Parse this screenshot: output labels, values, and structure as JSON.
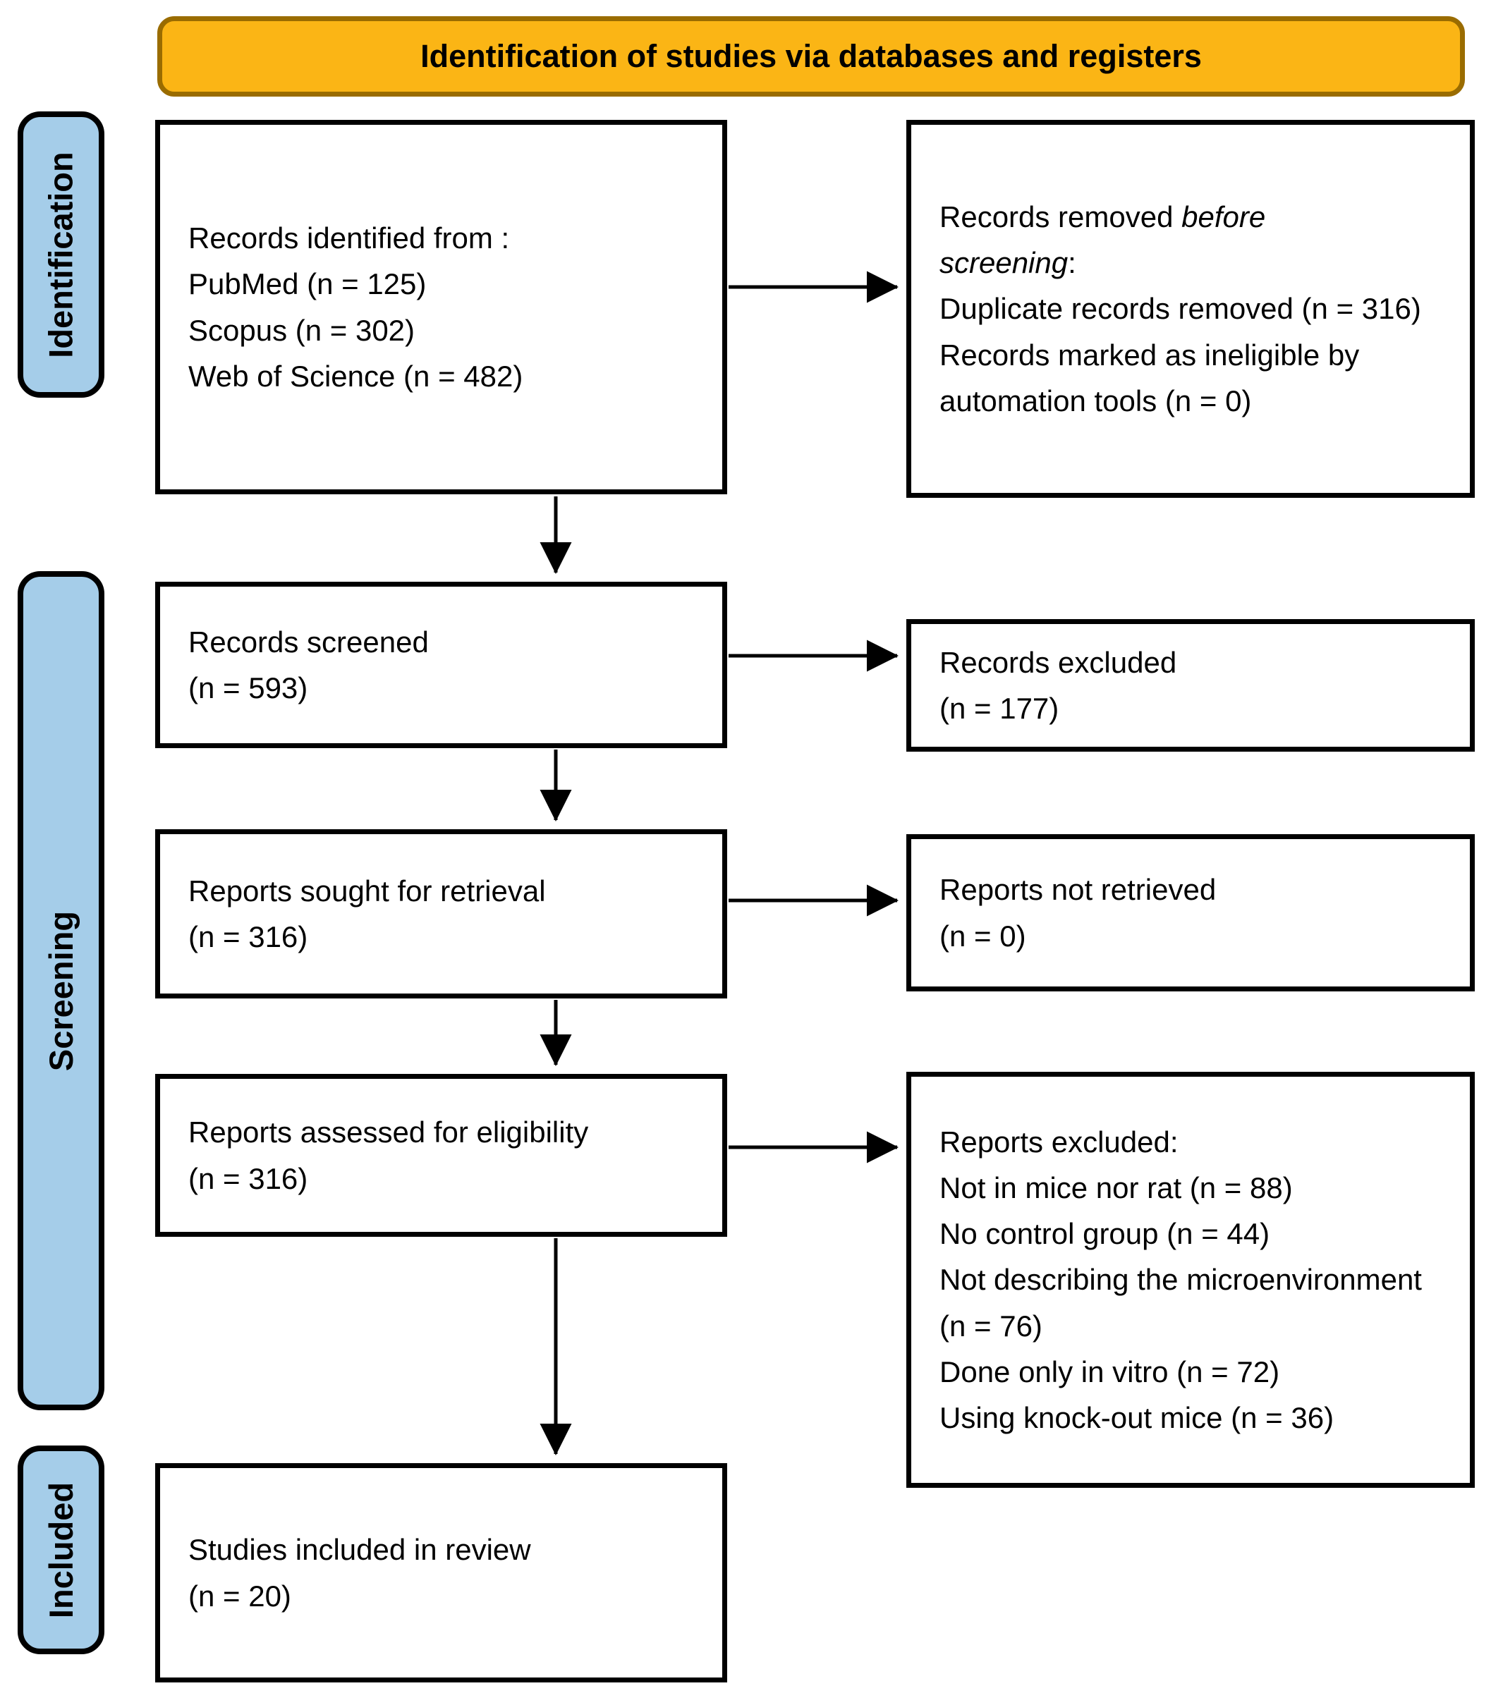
{
  "header": {
    "title": "Identification of studies via databases and registers"
  },
  "stages": {
    "identification": "Identification",
    "screening": "Screening",
    "included": "Included"
  },
  "boxes": {
    "records_identified": {
      "lines": [
        "Records identified from :",
        "PubMed (n = 125)",
        "Scopus (n = 302)",
        "Web of Science (n = 482)"
      ]
    },
    "records_removed": {
      "title_line1_prefix": "Records removed ",
      "title_line1_italic": "before",
      "title_line2_italic": "screening",
      "title_line2_suffix": ":",
      "items": [
        "Duplicate records removed  (n = 316)",
        "Records marked as ineligible by automation tools (n = 0)"
      ]
    },
    "records_screened": {
      "lines": [
        "Records screened",
        "(n = 593)"
      ]
    },
    "records_excluded": {
      "lines": [
        "Records excluded",
        "(n = 177)"
      ]
    },
    "reports_sought": {
      "lines": [
        "Reports sought for retrieval",
        "(n = 316)"
      ]
    },
    "reports_not_retrieved": {
      "lines": [
        "Reports not retrieved",
        "(n = 0)"
      ]
    },
    "reports_assessed": {
      "lines": [
        "Reports assessed for eligibility",
        "(n = 316)"
      ]
    },
    "reports_excluded": {
      "title": "Reports excluded:",
      "items": [
        "Not in mice nor rat (n = 88)",
        "No control group (n = 44)",
        "Not describing the microenvironment (n = 76)",
        "Done only in vitro (n = 72)",
        "Using knock-out mice (n = 36)"
      ]
    },
    "studies_included": {
      "lines": [
        "Studies included in review",
        "(n = 20)"
      ]
    }
  },
  "colors": {
    "banner_fill": "#FBB515",
    "banner_border": "#9A6C00",
    "stage_fill": "#A5CDE9",
    "box_border": "#000000",
    "text": "#000000"
  }
}
